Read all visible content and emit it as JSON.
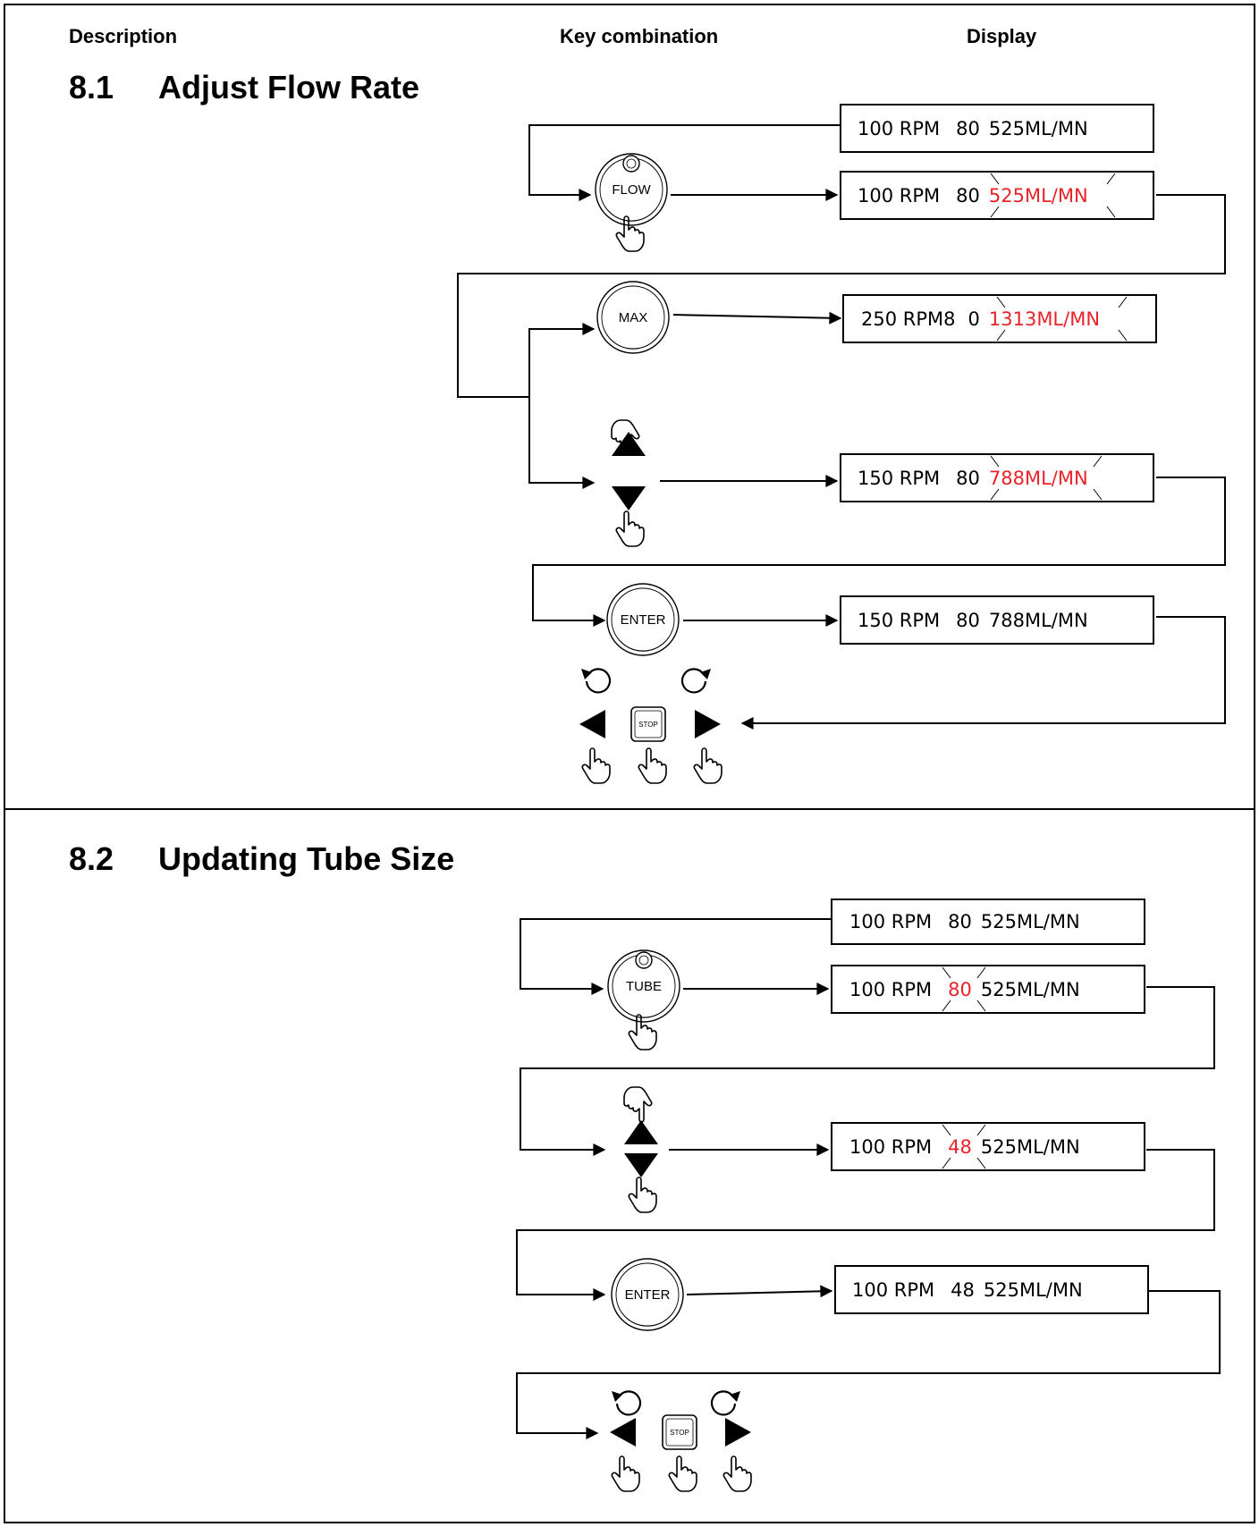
{
  "headers": {
    "description": "Description",
    "key_combination": "Key combination",
    "display": "Display"
  },
  "section_1": {
    "number": "8.1",
    "title": "Adjust Flow Rate",
    "buttons": {
      "flow": "FLOW",
      "max": "MAX",
      "enter": "ENTER",
      "stop": "STOP"
    },
    "displays": [
      {
        "rpm": "100 RPM",
        "tube": "80",
        "flow": "525ML/MN",
        "highlight": "none"
      },
      {
        "rpm": "100 RPM",
        "tube": "80",
        "flow": "525ML/MN",
        "highlight": "flow"
      },
      {
        "rpm": "250 RPM8",
        "tube": "0",
        "flow": "1313ML/MN",
        "highlight": "flow"
      },
      {
        "rpm": "150 RPM",
        "tube": "80",
        "flow": "788ML/MN",
        "highlight": "flow"
      },
      {
        "rpm": "150 RPM",
        "tube": "80",
        "flow": "788ML/MN",
        "highlight": "none"
      }
    ]
  },
  "section_2": {
    "number": "8.2",
    "title": "Updating Tube Size",
    "buttons": {
      "tube": "TUBE",
      "enter": "ENTER",
      "stop": "STOP"
    },
    "displays": [
      {
        "rpm": "100 RPM",
        "tube": "80",
        "flow": "525ML/MN",
        "highlight": "none"
      },
      {
        "rpm": "100 RPM",
        "tube": "80",
        "flow": "525ML/MN",
        "highlight": "tube"
      },
      {
        "rpm": "100 RPM",
        "tube": "48",
        "flow": "525ML/MN",
        "highlight": "tube"
      },
      {
        "rpm": "100 RPM",
        "tube": "48",
        "flow": "525ML/MN",
        "highlight": "none"
      }
    ]
  },
  "colors": {
    "highlight": "#e8232a",
    "line": "#000000"
  }
}
